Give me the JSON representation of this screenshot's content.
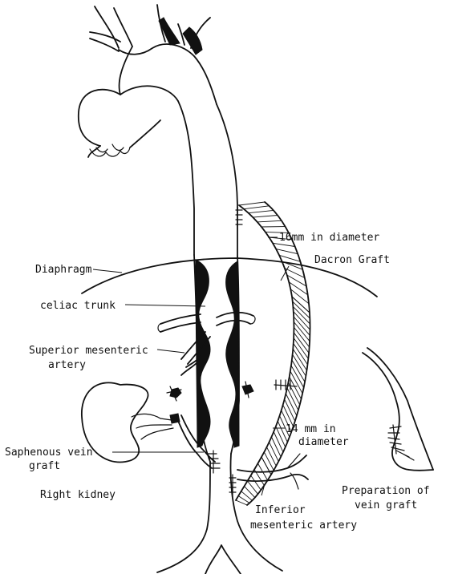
{
  "labels": {
    "diameter_16": "16mm in diameter",
    "dacron_graft": "Dacron Graft",
    "diaphragm": "Diaphragm",
    "celiac_trunk": "celiac trunk",
    "superior_mesenteric_line1": "Superior mesenteric",
    "superior_mesenteric_line2": "artery",
    "diameter_14_line1": "14 mm in",
    "diameter_14_line2": "diameter",
    "saphenous_line1": "Saphenous vein",
    "saphenous_line2": "graft",
    "right_kidney": "Right kidney",
    "preparation_line1": "Preparation of",
    "preparation_line2": "vein graft",
    "inferior_mesenteric_line1": "Inferior",
    "inferior_mesenteric_line2": "mesenteric artery"
  }
}
